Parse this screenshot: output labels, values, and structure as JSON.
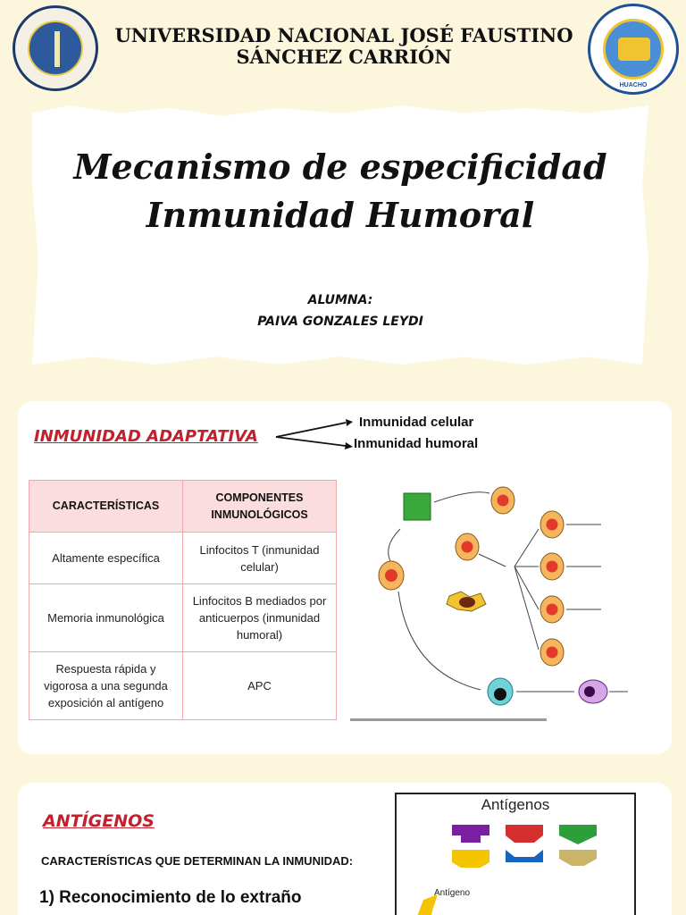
{
  "header": {
    "university_line1": "UNIVERSIDAD NACIONAL JOSÉ FAUSTINO",
    "university_line2": "SÁNCHEZ CARRIÓN",
    "left_logo_icon": "medicine-school-seal-icon",
    "right_logo_icon": "university-seal-icon",
    "right_logo_text": "HUACHO"
  },
  "cover": {
    "title_line1": "Mecanismo de especificidad",
    "title_line2": "Inmunidad Humoral",
    "student_label": "ALUMNA:",
    "student_name": "PAIVA GONZALES LEYDI"
  },
  "adaptive": {
    "title": "INMUNIDAD ADAPTATIVA",
    "branches": [
      "Inmunidad celular",
      "Inmunidad humoral"
    ],
    "table": {
      "headers": [
        "CARACTERÍSTICAS",
        "COMPONENTES INMUNOLÓGICOS"
      ],
      "rows": [
        [
          "Altamente específica",
          "Linfocitos T (inmunidad celular)"
        ],
        [
          "Memoria inmunológica",
          "Linfocitos B mediados por anticuerpos (inmunidad humoral)"
        ],
        [
          "Respuesta rápida y vigorosa a una segunda exposición al antígeno",
          "APC"
        ]
      ]
    },
    "diagram_icon": "immune-response-cell-diagram-icon"
  },
  "antigens": {
    "title": "ANTÍGENOS",
    "subtitle": "CARACTERÍSTICAS QUE DETERMINAN LA INMUNIDAD:",
    "item_1": "1) Reconocimiento de lo extraño",
    "box_title": "Antígenos",
    "box_label": "Antígeno",
    "shape_colors": [
      "#7b1fa2",
      "#d32f2f",
      "#2e9e3a",
      "#f5c400",
      "#1565c0",
      "#c9b46a"
    ]
  },
  "colors": {
    "accent_red": "#c2202c",
    "table_border": "#f0a8ae",
    "table_header_bg": "#fbdde0",
    "background": "#fbf6dc"
  }
}
